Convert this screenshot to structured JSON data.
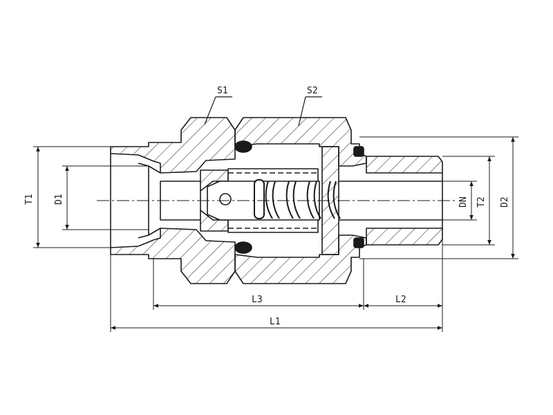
{
  "diagram": {
    "callouts": {
      "s1": "S1",
      "s2": "S2"
    },
    "dimensions": {
      "t1": "T1",
      "d1": "D1",
      "dn": "DN",
      "t2": "T2",
      "d2": "D2",
      "l1": "L1",
      "l2": "L2",
      "l3": "L3"
    }
  },
  "colors": {
    "line": "#1a1a1a",
    "background": "#ffffff"
  }
}
